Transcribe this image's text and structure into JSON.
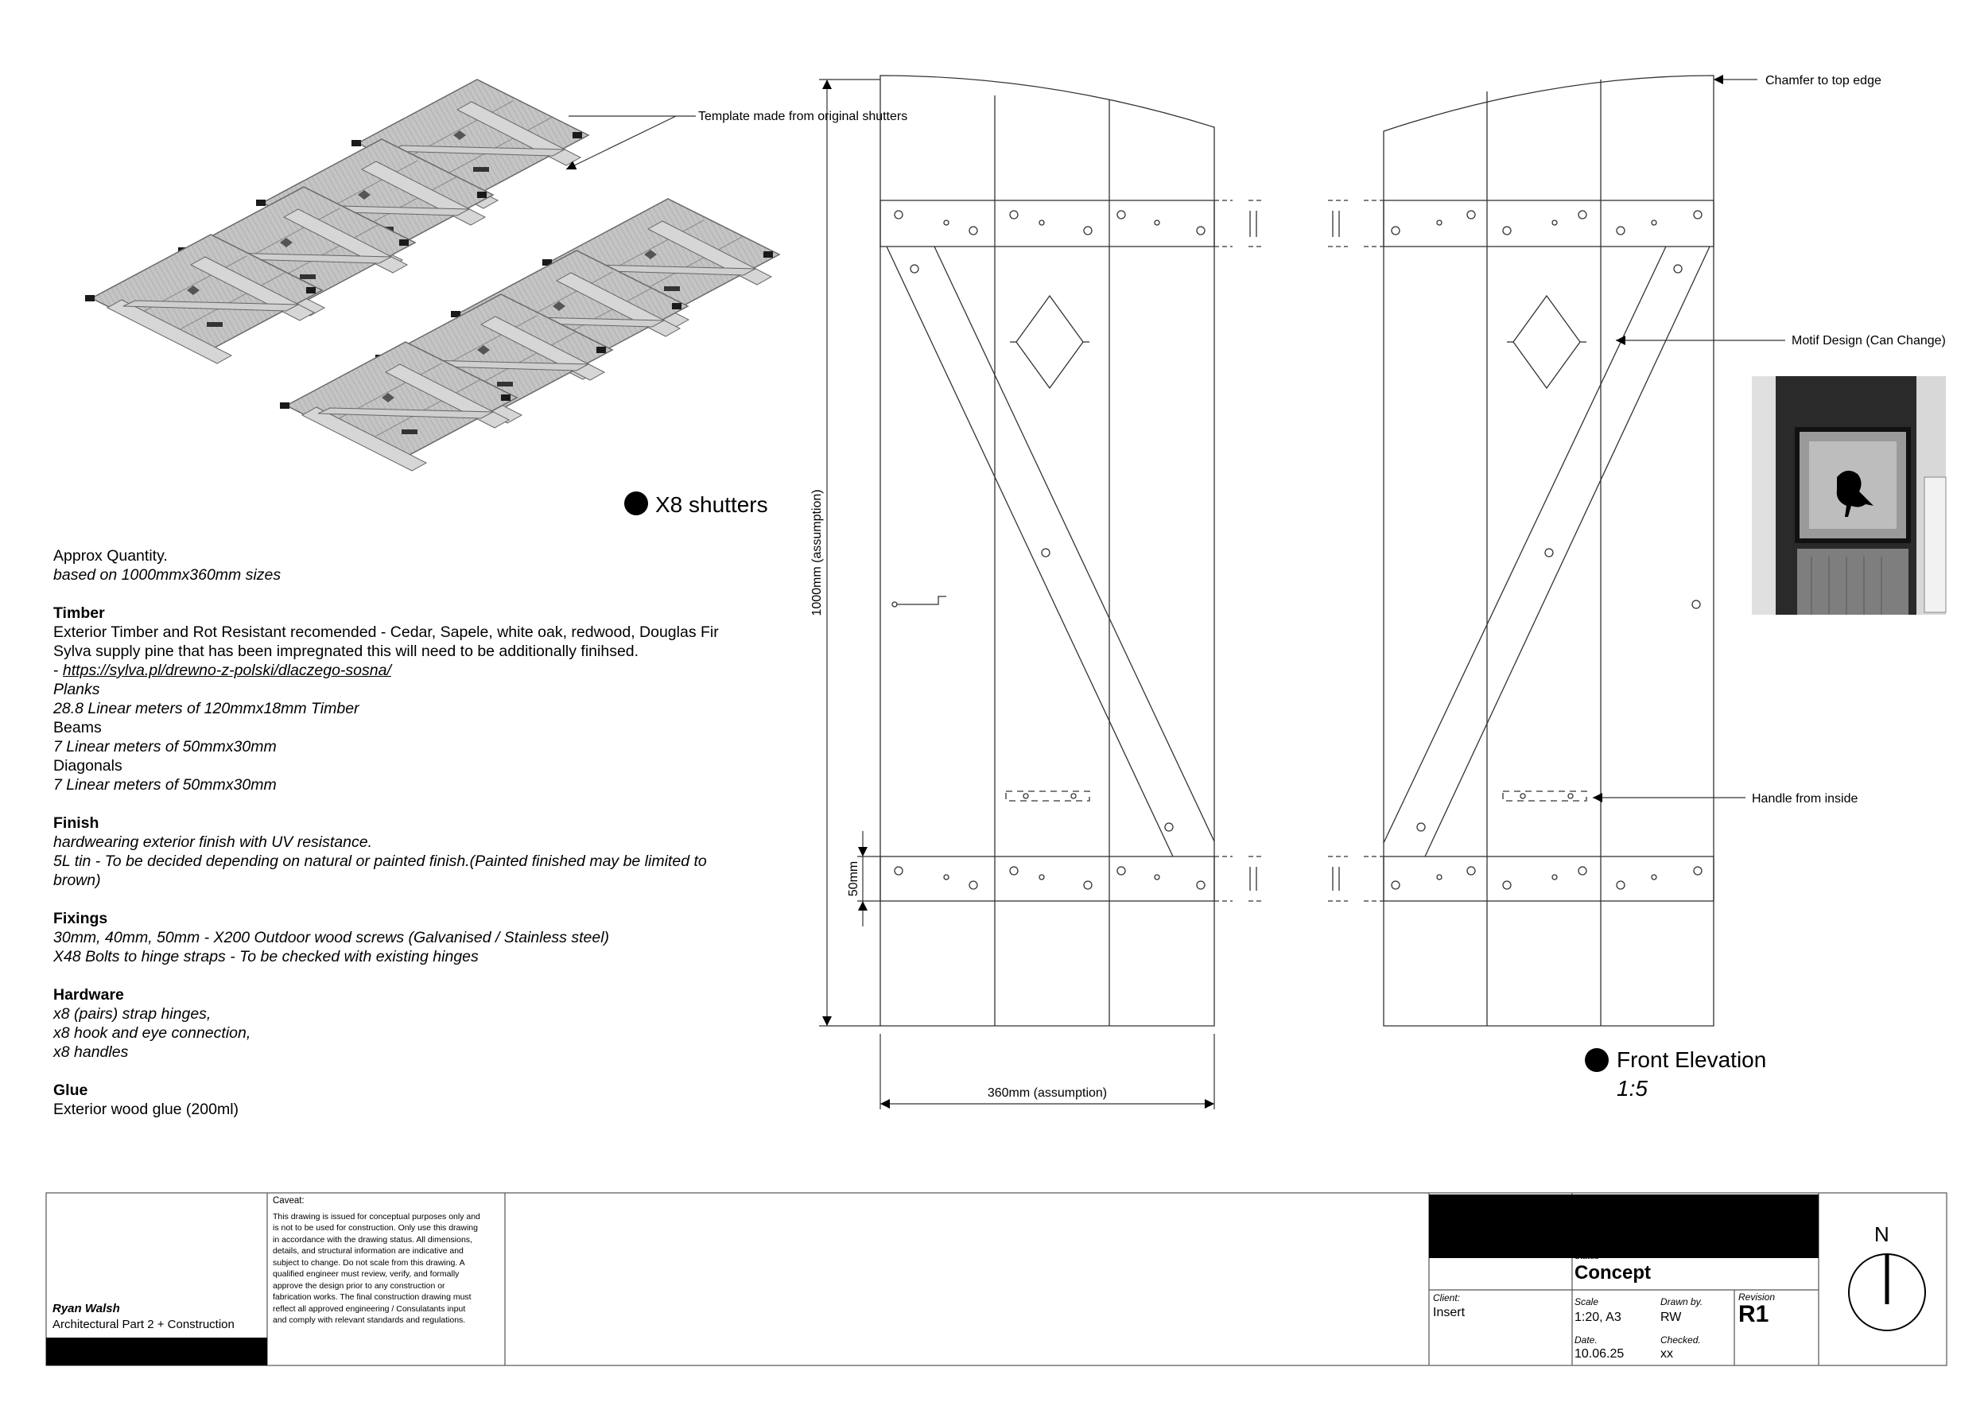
{
  "drawing": {
    "shutters_label": "X8 shutters",
    "elevation_label": "Front Elevation",
    "elevation_scale": "1:5",
    "annotations": {
      "template": "Template made from original shutters",
      "chamfer": "Chamfer to top edge",
      "motif": "Motif Design (Can Change)",
      "handle": "Handle from inside"
    },
    "dimensions": {
      "height": "1000mm (assumption)",
      "width": "360mm (assumption)",
      "beam": "50mm"
    }
  },
  "notes": {
    "intro_title": "Approx Quantity.",
    "intro_sub": "based on 1000mmx360mm sizes",
    "timber_heading": "Timber",
    "timber_line1": "Exterior Timber and Rot Resistant recomended - Cedar, Sapele, white oak, redwood, Douglas Fir",
    "timber_line2": "Sylva supply pine that has been impregnated this will need to be additionally finihsed.",
    "timber_link_prefix": "- ",
    "timber_link": "https://sylva.pl/drewno-z-polski/dlaczego-sosna/",
    "planks_label": "Planks",
    "planks_value": "28.8 Linear meters of 120mmx18mm Timber",
    "beams_label": "Beams",
    "beams_value": "7 Linear meters of 50mmx30mm",
    "diagonals_label": "Diagonals",
    "diagonals_value": "7 Linear meters of 50mmx30mm",
    "finish_heading": "Finish",
    "finish_line1": "hardwearing exterior finish with UV resistance.",
    "finish_line2": "5L tin - To be decided depending on natural or painted finish.(Painted finished may be limited to brown)",
    "fixings_heading": "Fixings",
    "fixings_line1": "30mm, 40mm, 50mm - X200 Outdoor wood screws (Galvanised / Stainless steel)",
    "fixings_line2": "X48 Bolts to hinge straps - To be checked with existing hinges",
    "hardware_heading": "Hardware",
    "hardware_line1": "x8 (pairs) strap hinges,",
    "hardware_line2": "x8 hook and eye connection,",
    "hardware_line3": "x8 handles",
    "glue_heading": "Glue",
    "glue_line1": "Exterior wood glue (200ml)"
  },
  "titleblock": {
    "author_name": "Ryan Walsh",
    "author_course": "Architectural Part 2 + Construction",
    "caveat_title": "Caveat:",
    "caveat_text": "This drawing is issued for conceptual purposes only and is not to be used for construction. Only use this drawing in accordance with the drawing status. All dimensions, details, and structural information are indicative and subject to change. Do not scale from this drawing. A qualified engineer must review, verify, and formally approve the design prior to any construction or fabrication works. The final construction drawing must reflect all approved engineering / Consulatants input and comply with relevant standards and regulations.",
    "status_label": "Status",
    "status_value": "Concept",
    "client_label": "Client:",
    "client_value": "Insert",
    "scale_label": "Scale",
    "scale_value": "1:20, A3",
    "drawn_label": "Drawn by.",
    "drawn_value": "RW",
    "revision_label": "Revision",
    "revision_value": "R1",
    "date_label": "Date.",
    "date_value": "10.06.25",
    "checked_label": "Checked.",
    "checked_value": "xx",
    "north_label": "N"
  },
  "colors": {
    "line": "#333333",
    "redact": "#000000",
    "wood": "#b9b9b9"
  }
}
